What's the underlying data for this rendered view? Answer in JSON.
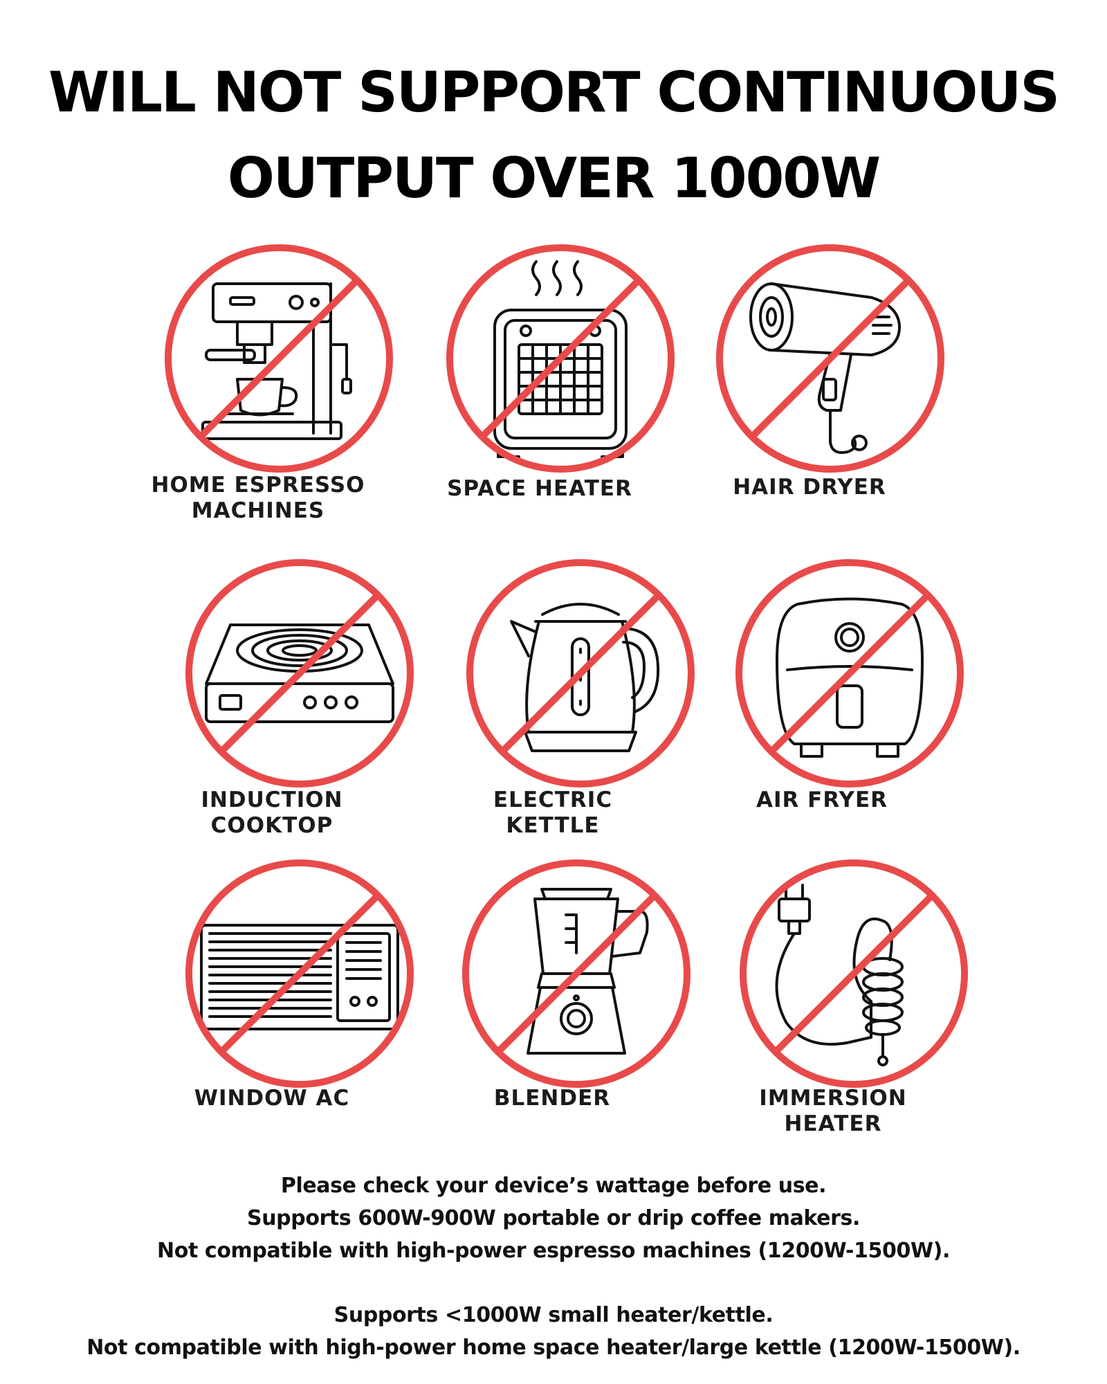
{
  "title": {
    "line1": "WILL NOT SUPPORT CONTINUOUS",
    "line2": "OUTPUT OVER 1000W"
  },
  "prohibition_color": "#e84a4a",
  "items": [
    {
      "icon": "espresso-machine-icon",
      "line1": "HOME ESPRESSO",
      "line2": "MACHINES"
    },
    {
      "icon": "space-heater-icon",
      "line1": "SPACE HEATER",
      "line2": ""
    },
    {
      "icon": "hair-dryer-icon",
      "line1": "HAIR DRYER",
      "line2": ""
    },
    {
      "icon": "induction-cooktop-icon",
      "line1": "INDUCTION",
      "line2": "COOKTOP"
    },
    {
      "icon": "electric-kettle-icon",
      "line1": "ELECTRIC",
      "line2": "KETTLE"
    },
    {
      "icon": "air-fryer-icon",
      "line1": "AIR FRYER",
      "line2": ""
    },
    {
      "icon": "window-ac-icon",
      "line1": "WINDOW AC",
      "line2": ""
    },
    {
      "icon": "blender-icon",
      "line1": "BLENDER",
      "line2": ""
    },
    {
      "icon": "immersion-heater-icon",
      "line1": "IMMERSION",
      "line2": "HEATER"
    }
  ],
  "notes": {
    "line1": "Please check your device’s wattage before use.",
    "line2": "Supports 600W-900W portable or drip coffee makers.",
    "line3": "Not compatible with high-power espresso machines (1200W-1500W).",
    "line4": "Supports <1000W small heater/kettle.",
    "line5": "Not compatible with high-power home space heater/large kettle (1200W-1500W)."
  }
}
